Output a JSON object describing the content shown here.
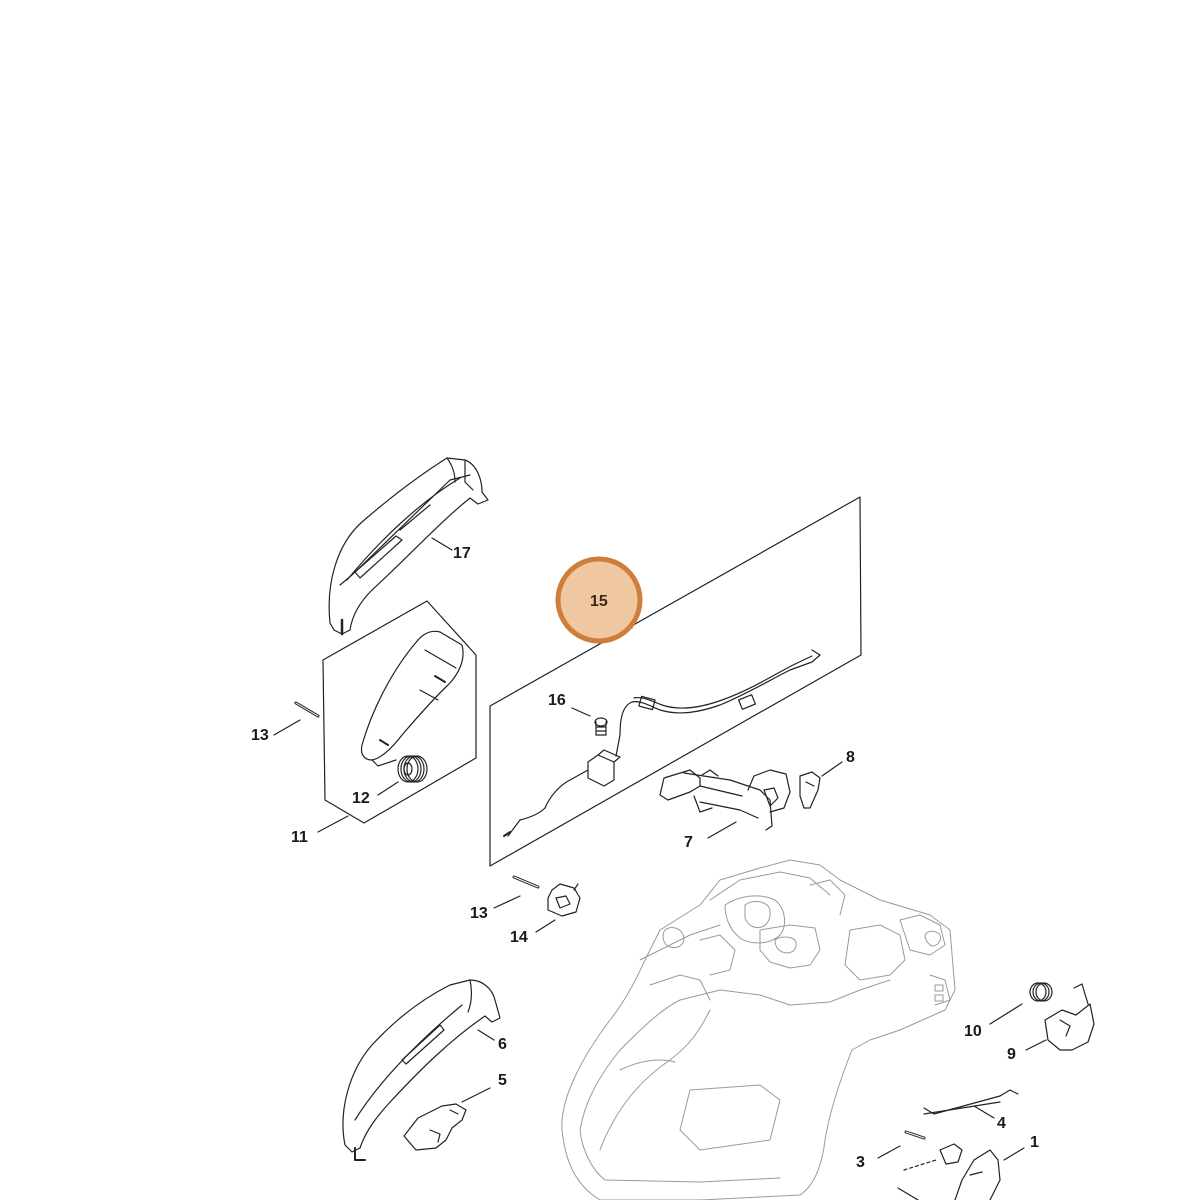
{
  "callouts": {
    "c1": "1",
    "c3": "3",
    "c4": "4",
    "c5": "5",
    "c6": "6",
    "c7": "7",
    "c8": "8",
    "c9": "9",
    "c10": "10",
    "c11": "11",
    "c12": "12",
    "c13a": "13",
    "c13b": "13",
    "c14": "14",
    "c16": "16",
    "c17": "17"
  },
  "highlight": {
    "label": "15",
    "fill": "#efc7a0",
    "stroke": "#cf7d3a"
  }
}
